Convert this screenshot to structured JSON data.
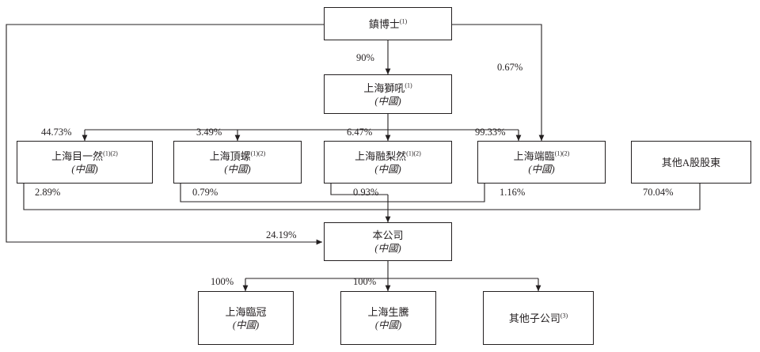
{
  "diagram": {
    "title": "Shareholding structure chart",
    "line_color": "#231f20",
    "text_color": "#231f20",
    "background": "#ffffff",
    "nodes": [
      {
        "id": "zhen",
        "name": "鎮博士",
        "note": "(1)",
        "country": ""
      },
      {
        "id": "shihou",
        "name": "上海獅吼",
        "note": "(1)",
        "country": "(中國)"
      },
      {
        "id": "muyiran",
        "name": "上海目一然",
        "note": "(1)(2)",
        "country": "(中國)"
      },
      {
        "id": "dingluo",
        "name": "上海頂螺",
        "note": "(1)(2)",
        "country": "(中國)"
      },
      {
        "id": "rongliran",
        "name": "上海融梨然",
        "note": "(1)(2)",
        "country": "(中國)"
      },
      {
        "id": "duanlin",
        "name": "上海端臨",
        "note": "(1)(2)",
        "country": "(中國)"
      },
      {
        "id": "otherA",
        "name": "其他A股股東",
        "note": "",
        "country": ""
      },
      {
        "id": "company",
        "name": "本公司",
        "note": "",
        "country": "(中國)"
      },
      {
        "id": "linguan",
        "name": "上海臨冠",
        "note": "",
        "country": "(中國)"
      },
      {
        "id": "shengteng",
        "name": "上海生騰",
        "note": "",
        "country": "(中國)"
      },
      {
        "id": "othersubs",
        "name": "其他子公司",
        "note": "(3)",
        "country": ""
      }
    ],
    "edges": [
      {
        "id": "e-zhen-shihou",
        "from": "zhen",
        "to": "shihou",
        "label": "90%"
      },
      {
        "id": "e-zhen-duanlin",
        "from": "zhen",
        "to": "duanlin",
        "label": "0.67%"
      },
      {
        "id": "e-zhen-company",
        "from": "zhen",
        "to": "company",
        "label": "24.19%"
      },
      {
        "id": "e-shihou-muyiran",
        "from": "shihou",
        "to": "muyiran",
        "label": "44.73%"
      },
      {
        "id": "e-shihou-dingluo",
        "from": "shihou",
        "to": "dingluo",
        "label": "3.49%"
      },
      {
        "id": "e-shihou-rongliran",
        "from": "shihou",
        "to": "rongliran",
        "label": "6.47%"
      },
      {
        "id": "e-shihou-duanlin",
        "from": "shihou",
        "to": "duanlin",
        "label": "99.33%"
      },
      {
        "id": "e-muyiran-company",
        "from": "muyiran",
        "to": "company",
        "label": "2.89%"
      },
      {
        "id": "e-dingluo-company",
        "from": "dingluo",
        "to": "company",
        "label": "0.79%"
      },
      {
        "id": "e-rongliran-company",
        "from": "rongliran",
        "to": "company",
        "label": "0.93%"
      },
      {
        "id": "e-duanlin-company",
        "from": "duanlin",
        "to": "company",
        "label": "1.16%"
      },
      {
        "id": "e-otherA-company",
        "from": "otherA",
        "to": "company",
        "label": "70.04%"
      },
      {
        "id": "e-company-linguan",
        "from": "company",
        "to": "linguan",
        "label": "100%"
      },
      {
        "id": "e-company-shengteng",
        "from": "company",
        "to": "shengteng",
        "label": "100%"
      },
      {
        "id": "e-company-othersubs",
        "from": "company",
        "to": "othersubs",
        "label": ""
      }
    ]
  }
}
